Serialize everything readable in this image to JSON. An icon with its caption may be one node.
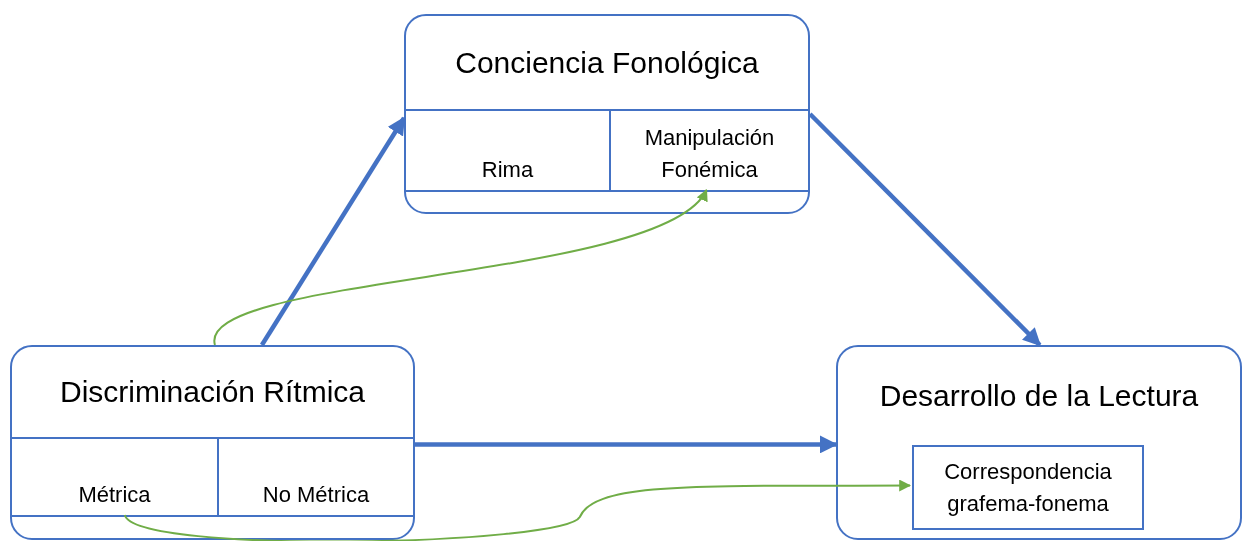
{
  "diagram": {
    "nodes": [
      {
        "text": [
          "Conciencia Fonológica"
        ]
      },
      {
        "text": [
          "Rima"
        ],
        "in": 0
      },
      {
        "text": [
          "Manipulación Fonémica"
        ],
        "in": 0
      },
      {
        "text": [
          "Discriminación Rítmica"
        ]
      },
      {
        "text": [
          "Métrica"
        ],
        "in": 3
      },
      {
        "text": [
          "No Métrica"
        ],
        "in": 3
      },
      {
        "text": [
          "Desarrollo de la Lectura"
        ]
      },
      {
        "text": [
          "Correspondencia grafema-fonema"
        ],
        "in": 6
      }
    ],
    "edges": [
      {
        "from": 3,
        "to": 0,
        "arrow": "to"
      },
      {
        "from": 0,
        "to": 6,
        "arrow": "to"
      },
      {
        "from": 3,
        "to": 6,
        "arrow": "to"
      },
      {
        "from": 3,
        "to": 2,
        "arrow": "to",
        "color": "#70ad47"
      },
      {
        "from": 4,
        "to": 7,
        "arrow": "to",
        "color": "#70ad47"
      }
    ]
  }
}
